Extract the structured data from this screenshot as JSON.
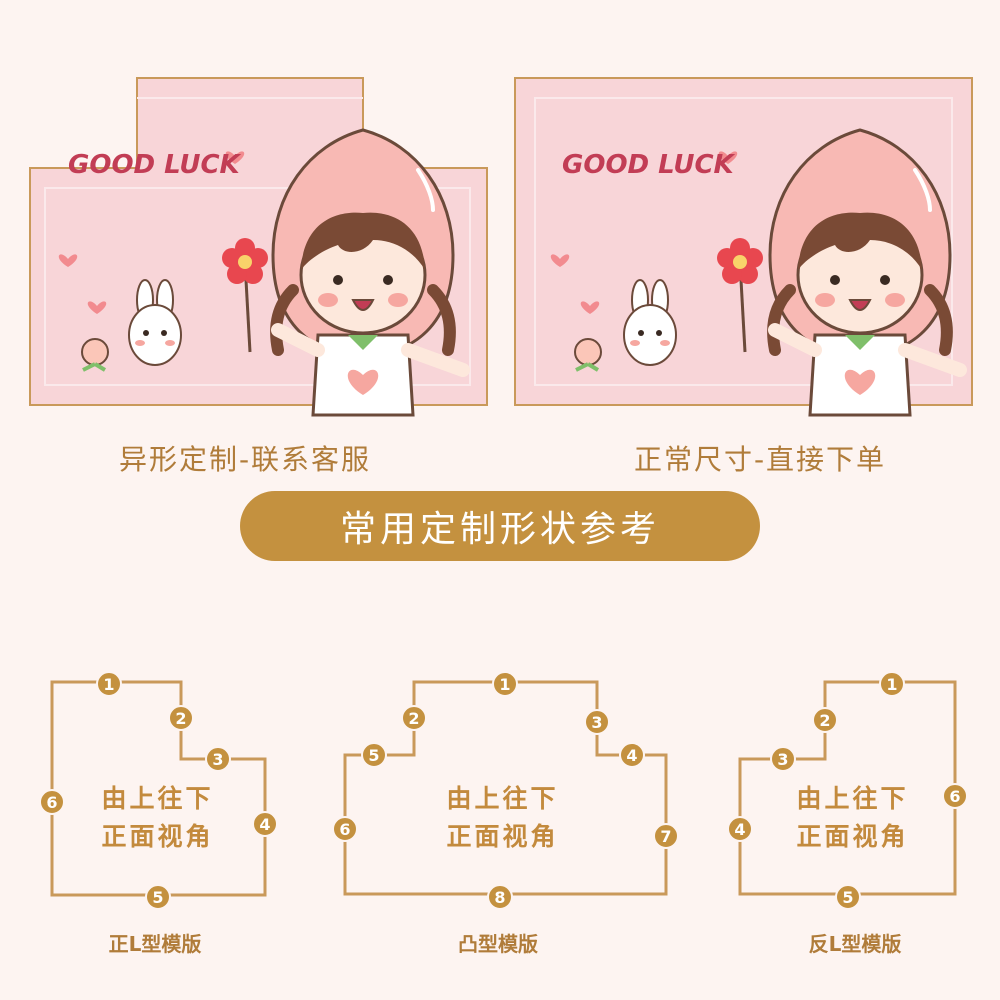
{
  "top_panels": {
    "left": {
      "banner_text": "GOOD LUCK",
      "caption": "异形定制-联系客服"
    },
    "right": {
      "banner_text": "GOOD LUCK",
      "caption": "正常尺寸-直接下单"
    }
  },
  "section_title": "常用定制形状参考",
  "templates": [
    {
      "label": "正L型模版",
      "line1": "由上往下",
      "line2": "正面视角",
      "markers": [
        "1",
        "2",
        "3",
        "4",
        "5",
        "6"
      ]
    },
    {
      "label": "凸型模版",
      "line1": "由上往下",
      "line2": "正面视角",
      "markers": [
        "1",
        "2",
        "3",
        "4",
        "5",
        "6",
        "7",
        "8"
      ]
    },
    {
      "label": "反L型模版",
      "line1": "由上往下",
      "line2": "正面视角",
      "markers": [
        "1",
        "2",
        "3",
        "4",
        "5",
        "6"
      ]
    }
  ],
  "colors": {
    "background": "#fdf4f1",
    "accent": "#c4913f",
    "panel_pink": "#f5c6cc",
    "outline": "#c9995a"
  },
  "icons": [
    "peach-girl-illustration",
    "flower-icon",
    "bunny-icon",
    "heart-icon",
    "peach-icon"
  ]
}
